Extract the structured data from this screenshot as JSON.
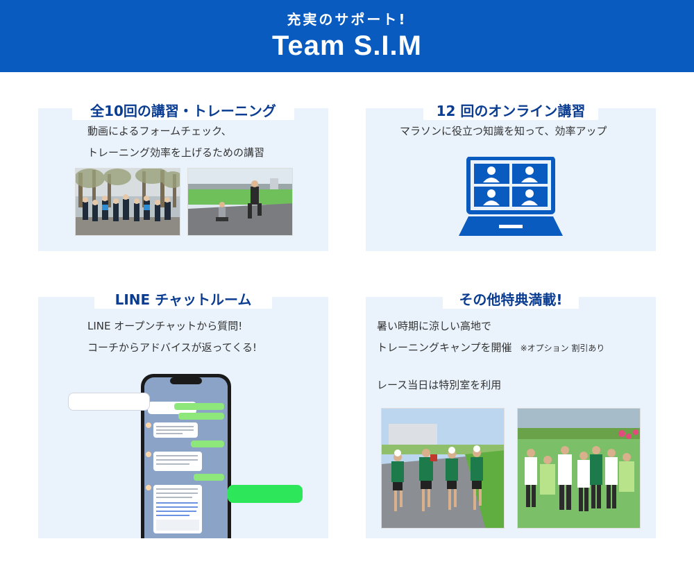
{
  "banner": {
    "subtitle": "充実のサポート!",
    "title": "Team S.I.M"
  },
  "cards": {
    "training": {
      "title": "全10回の講習・トレーニング",
      "lines": [
        "動画によるフォームチェック、",
        "トレーニング効率を上げるための講習"
      ]
    },
    "online": {
      "title": "12 回のオンライン講習",
      "lines": [
        "マラソンに役立つ知識を知って、効率アップ"
      ]
    },
    "line": {
      "title": "LINE チャットルーム",
      "lines": [
        "LINE オープンチャットから質問!",
        "コーチからアドバイスが返ってくる!"
      ]
    },
    "perks": {
      "title": "その他特典満載!",
      "lines": [
        "暑い時期に涼しい高地で",
        "トレーニングキャンプを開催"
      ],
      "note": "※オプション 割引あり",
      "line3": "レース当日は特別室を利用"
    }
  },
  "colors": {
    "brand_blue": "#0a5bbf",
    "title_navy": "#0a3d91",
    "card_bg": "#eaf3fc",
    "line_green": "#2ee65a"
  },
  "icons": {
    "laptop": "laptop-video-call-icon"
  }
}
